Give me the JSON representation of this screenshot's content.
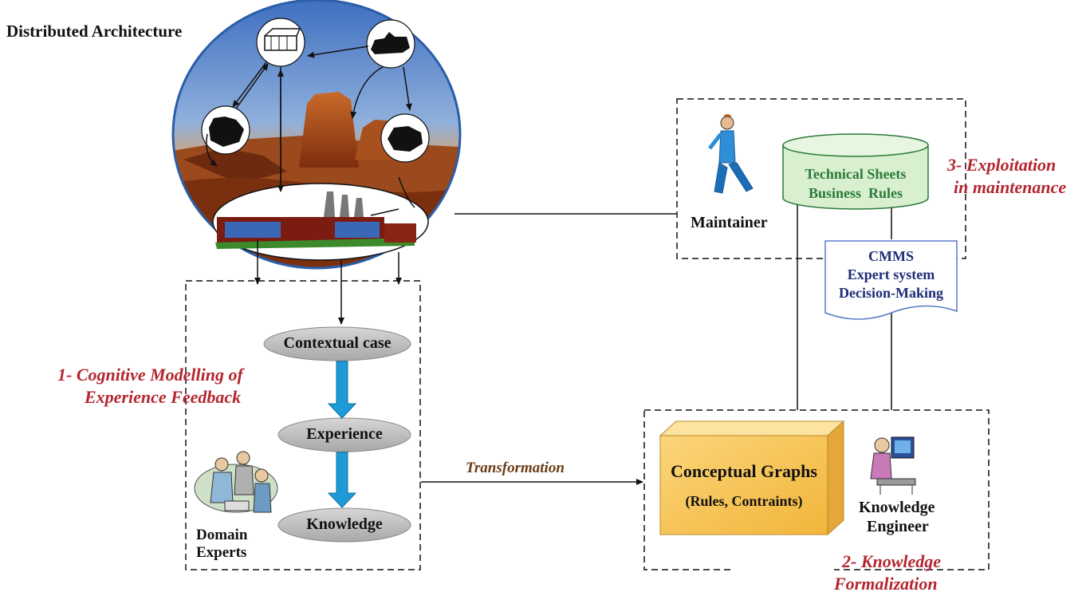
{
  "title": "Distributed Architecture",
  "stage1": {
    "label_line1": "1- Cognitive Modelling of",
    "label_line2": "Experience Feedback",
    "nodes": [
      "Contextual case",
      "Experience",
      "Knowledge"
    ],
    "actor_line1": "Domain",
    "actor_line2": "Experts"
  },
  "transformation_label": "Transformation",
  "stage2": {
    "box_title": "Conceptual Graphs",
    "box_subtitle": "(Rules, Contraints)",
    "actor_line1": "Knowledge",
    "actor_line2": "Engineer",
    "label_line1": "2- Knowledge",
    "label_line2": "Formalization"
  },
  "stage3": {
    "db_line1": "Technical Sheets",
    "db_line2": "Business  Rules",
    "actor": "Maintainer",
    "label_line1": "3- Exploitation",
    "label_line2": "in maintenance",
    "doc_line1": "CMMS",
    "doc_line2": "Expert system",
    "doc_line3": "Decision-Making"
  },
  "colors": {
    "label_red": "#b3262f",
    "flow_arrow": "#1e9bd6",
    "db_fill": "#d8f0d0",
    "db_text": "#2c7a3a",
    "box_fill": "#f7c651",
    "doc_text": "#1d2d78",
    "transformation_text": "#6b3c14"
  }
}
